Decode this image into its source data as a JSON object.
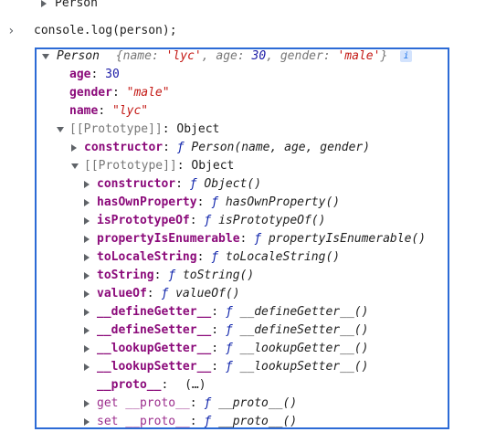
{
  "prev": {
    "label": "Person"
  },
  "input": {
    "command": "console.log(person);"
  },
  "root": {
    "class_name": "Person",
    "preview": {
      "open": "{",
      "k1": "name",
      "v1": "'lyc'",
      "k2": "age",
      "v2": "30",
      "k3": "gender",
      "v3": "'male'",
      "close": "}",
      "sep": ": ",
      "comma": ", "
    },
    "info_icon": "i"
  },
  "own": [
    {
      "key": "age",
      "sep": ": ",
      "value": "30",
      "kind": "num"
    },
    {
      "key": "gender",
      "sep": ": ",
      "value": "\"male\"",
      "kind": "str"
    },
    {
      "key": "name",
      "sep": ": ",
      "value": "\"lyc\"",
      "kind": "str"
    }
  ],
  "proto1": {
    "key": "[[Prototype]]",
    "sep": ": ",
    "value": "Object"
  },
  "constructor1": {
    "key": "constructor",
    "sep": ": ",
    "f": "ƒ",
    "sig": "Person(name, age, gender)"
  },
  "proto2": {
    "key": "[[Prototype]]",
    "sep": ": ",
    "value": "Object"
  },
  "methods": [
    {
      "key": "constructor",
      "sig": "Object()"
    },
    {
      "key": "hasOwnProperty",
      "sig": "hasOwnProperty()"
    },
    {
      "key": "isPrototypeOf",
      "sig": "isPrototypeOf()"
    },
    {
      "key": "propertyIsEnumerable",
      "sig": "propertyIsEnumerable()"
    },
    {
      "key": "toLocaleString",
      "sig": "toLocaleString()"
    },
    {
      "key": "toString",
      "sig": "toString()"
    },
    {
      "key": "valueOf",
      "sig": "valueOf()"
    },
    {
      "key": "__defineGetter__",
      "sig": "__defineGetter__()"
    },
    {
      "key": "__defineSetter__",
      "sig": "__defineSetter__()"
    },
    {
      "key": "__lookupGetter__",
      "sig": "__lookupGetter__()"
    },
    {
      "key": "__lookupSetter__",
      "sig": "__lookupSetter__()"
    }
  ],
  "proto_getter": {
    "key": "__proto__",
    "sep": ": ",
    "value": "(…)"
  },
  "accessors": [
    {
      "key": "get __proto__",
      "sig": "__proto__()"
    },
    {
      "key": "set __proto__",
      "sig": "__proto__()"
    }
  ],
  "func_symbol": "ƒ",
  "colon": ": "
}
